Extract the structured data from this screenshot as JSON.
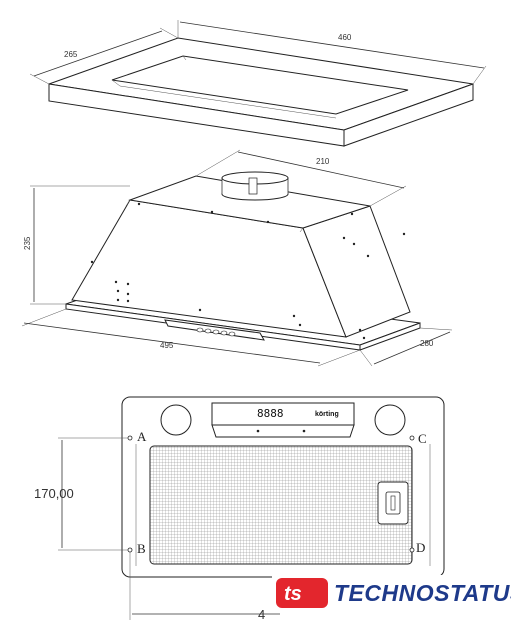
{
  "top_view": {
    "dim_length": "460",
    "dim_depth": "265"
  },
  "hood_view": {
    "dim_top_width": "210",
    "dim_height": "235",
    "dim_length": "495",
    "dim_depth": "280"
  },
  "bottom_view": {
    "dim_vertical": "170,00",
    "dim_horizontal_partial": "4",
    "points": [
      "A",
      "B",
      "C",
      "D"
    ],
    "display_digits": "8888",
    "brand_label": "körting"
  },
  "logo": {
    "badge": "ts",
    "text": "TECHNOSTATUS",
    "badge_color": "#e3262d",
    "text_color": "#1e3a8a"
  }
}
